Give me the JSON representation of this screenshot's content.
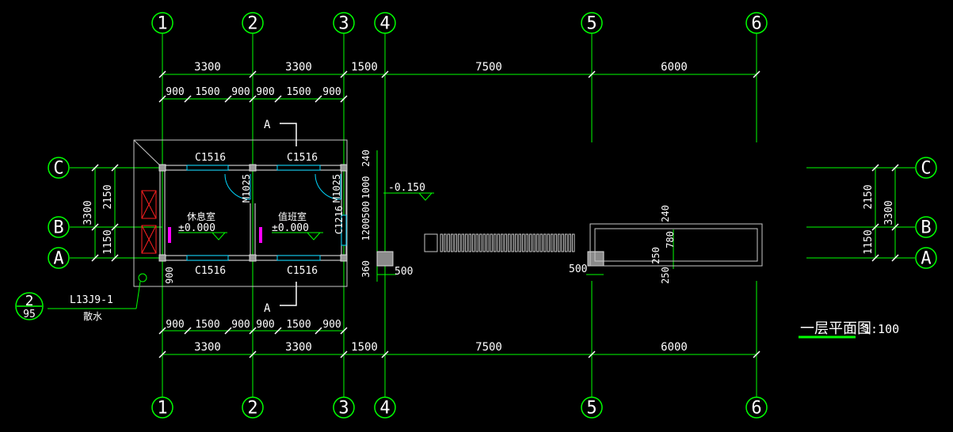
{
  "colors": {
    "background": "#000000",
    "grid_line": "#00ff00",
    "wall": "#c8c8c8",
    "window": "#00d8ff",
    "door": "#00d8ff",
    "marker": "#ff00ff",
    "fixture": "#ff0000",
    "text": "#ffffff",
    "title_underline": "#00ff00"
  },
  "axes": {
    "columns": [
      "1",
      "2",
      "3",
      "4",
      "5",
      "6"
    ],
    "rows": [
      "C",
      "B",
      "A"
    ]
  },
  "dimensions": {
    "top_overall": [
      "3300",
      "3300",
      "1500",
      "7500",
      "6000"
    ],
    "top_detail": [
      "900",
      "1500",
      "900",
      "900",
      "1500",
      "900"
    ],
    "bottom_detail": [
      "900",
      "1500",
      "900",
      "900",
      "1500",
      "900"
    ],
    "bottom_overall": [
      "3300",
      "3300",
      "1500",
      "7500",
      "6000"
    ],
    "left_overall": "3300",
    "left_parts": [
      "2150",
      "1150"
    ],
    "right_overall": "3300",
    "right_parts": [
      "2150",
      "1150"
    ],
    "right_wall_chain": [
      "240",
      "1000",
      "500",
      "1200",
      "360"
    ],
    "left_corner": "900",
    "post_sizes": [
      "500",
      "500"
    ],
    "canopy_dims": [
      "240",
      "780",
      "250",
      "250"
    ]
  },
  "windows": {
    "top_left": "C1516",
    "top_right": "C1516",
    "bottom_left": "C1516",
    "bottom_right": "C1516",
    "side": "C1216"
  },
  "doors": {
    "left": "M1025",
    "right": "M1025"
  },
  "rooms": [
    {
      "name": "休息室",
      "level": "±0.000"
    },
    {
      "name": "值班室",
      "level": "±0.000"
    }
  ],
  "levels": {
    "outside": "-0.150"
  },
  "section": {
    "label_top": "A",
    "label_bottom": "A"
  },
  "detail_ref": {
    "number": "2",
    "sheet": "95",
    "code": "L13J9-1",
    "note": "散水"
  },
  "drawing_title": {
    "name": "一层平面图",
    "scale": "1:100"
  }
}
